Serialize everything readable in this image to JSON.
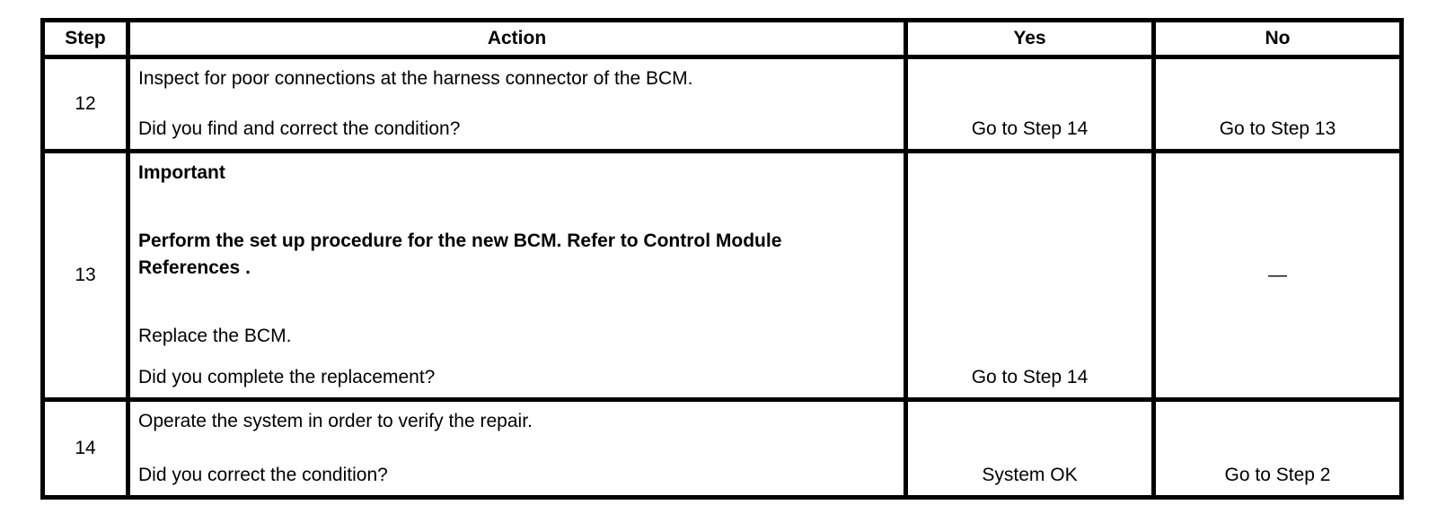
{
  "page": {
    "background_color": "#ffffff",
    "border_color": "#000000",
    "text_color": "#000000"
  },
  "table": {
    "headers": {
      "step": "Step",
      "action": "Action",
      "yes": "Yes",
      "no": "No"
    },
    "rows": [
      {
        "step": "12",
        "action": [
          "Inspect for poor connections at the harness connector of the BCM."
        ],
        "question": "Did you find and correct the condition?",
        "yes": "Go to Step 14",
        "no": "Go to Step 13"
      },
      {
        "step": "13",
        "action": [
          "Important",
          "Perform the set up procedure for the new BCM. Refer to Control Module References .",
          "Replace the BCM."
        ],
        "question": "Did you complete the replacement?",
        "yes": "Go to Step 14",
        "no": "—"
      },
      {
        "step": "14",
        "action": [
          "Operate the system in order to verify the repair."
        ],
        "question": "Did you correct the condition?",
        "yes": "System OK",
        "no": "Go to Step 2"
      }
    ]
  }
}
